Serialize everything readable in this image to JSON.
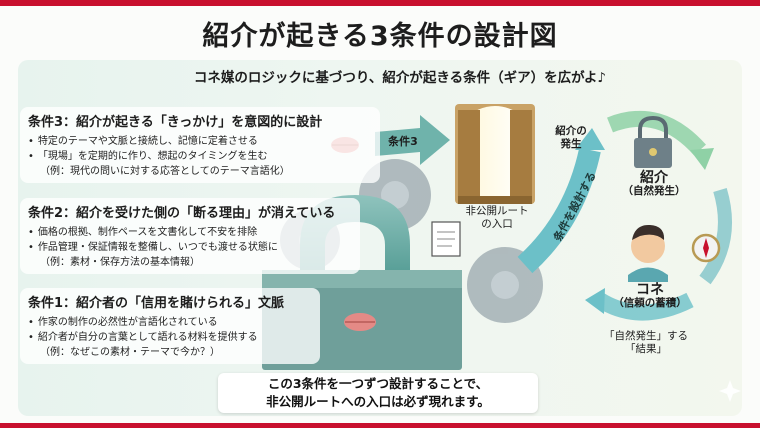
{
  "title": "紹介が起きる3条件の設計図",
  "subtitle": "コネ媒のロジックに基づつり、紹介が起きる条件（ギア）を広がよ♪",
  "conditions": [
    {
      "heading": "条件3：紹介が起きる「きっかけ」を意図的に設計",
      "items": [
        "特定のテーマや文脈と接続し、記憶に定着させる",
        "「現場」を定期的に作り、想起のタイミングを生む"
      ],
      "example": "（例：現代の問いに対する応答としてのテーマ言語化）"
    },
    {
      "heading": "条件2：紹介を受けた側の「断る理由」が消えている",
      "items": [
        "価格の根拠、制作ペースを文書化して不安を排除",
        "作品管理・保証情報を整備し、いつでも渡せる状態に"
      ],
      "example": "（例：素材・保存方法の基本情報）"
    },
    {
      "heading": "条件1：紹介者の「信用を賭けられる」文脈",
      "items": [
        "作家の制作の必然性が言語化されている",
        "紹介者が自分の言葉として語れる材料を提供する"
      ],
      "example": "（例：なぜこの素材・テーマで今か？）"
    }
  ],
  "diagram": {
    "arrow_label": "条件3",
    "door_label_1": "非公開ルート",
    "door_label_2": "の入口",
    "occurrence_1": "紹介の",
    "occurrence_2": "発生",
    "cycle_arrow_text": "条件を設計する",
    "intro_title": "紹介",
    "intro_sub": "（自然発生）",
    "kone_title": "コネ",
    "kone_sub": "（信頼の蓄積）",
    "result_1": "「自然発生」する",
    "result_2": "「結果」"
  },
  "summary": {
    "line1": "この3条件を一つずつ設計することで、",
    "line2": "非公開ルートへの入口は必ず現れます。"
  },
  "icons": [
    "lips-icon",
    "document-icon",
    "lock-icon",
    "gear-icon",
    "door-icon",
    "padlock-icon",
    "person-icon",
    "compass-icon",
    "sparkle-icon"
  ],
  "colors": {
    "accent": "#c8102e",
    "teal": "#5fa9a0",
    "green": "#7fc59a"
  }
}
